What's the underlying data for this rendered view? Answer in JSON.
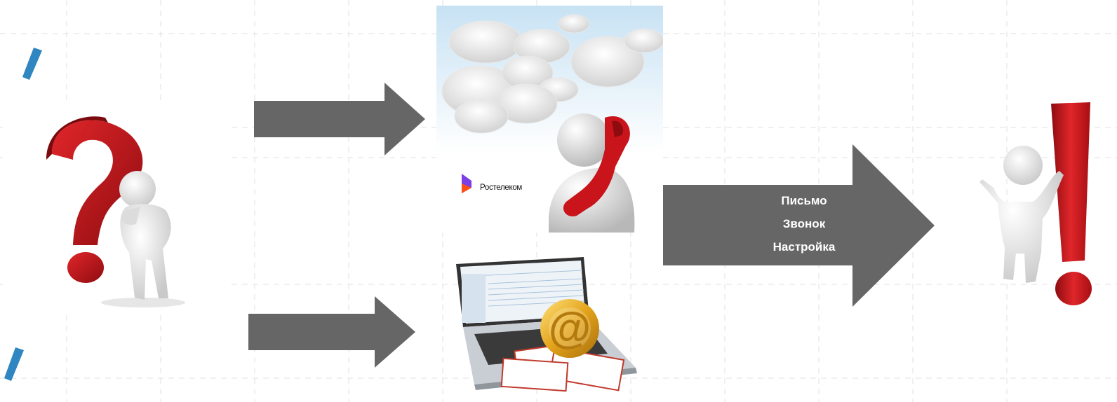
{
  "flow": {
    "arrow_big_labels": [
      "Письмо",
      "Звонок",
      "Настройка"
    ]
  },
  "logo": {
    "text": "Ростелеком",
    "brand_color": "#7b3fe4",
    "accent_color": "#ff4f12"
  },
  "colors": {
    "arrow": "#666666",
    "grid": "#e0e0e0",
    "accent_blue": "#2f86c0",
    "question_red": "#c91519",
    "sky": "#cfe7f6",
    "figure": "#e8e8e8"
  },
  "icons": {
    "question": "question-mark-figure-icon",
    "support": "phone-support-figure-icon",
    "email": "email-laptop-icon",
    "exclamation": "exclamation-figure-icon"
  }
}
